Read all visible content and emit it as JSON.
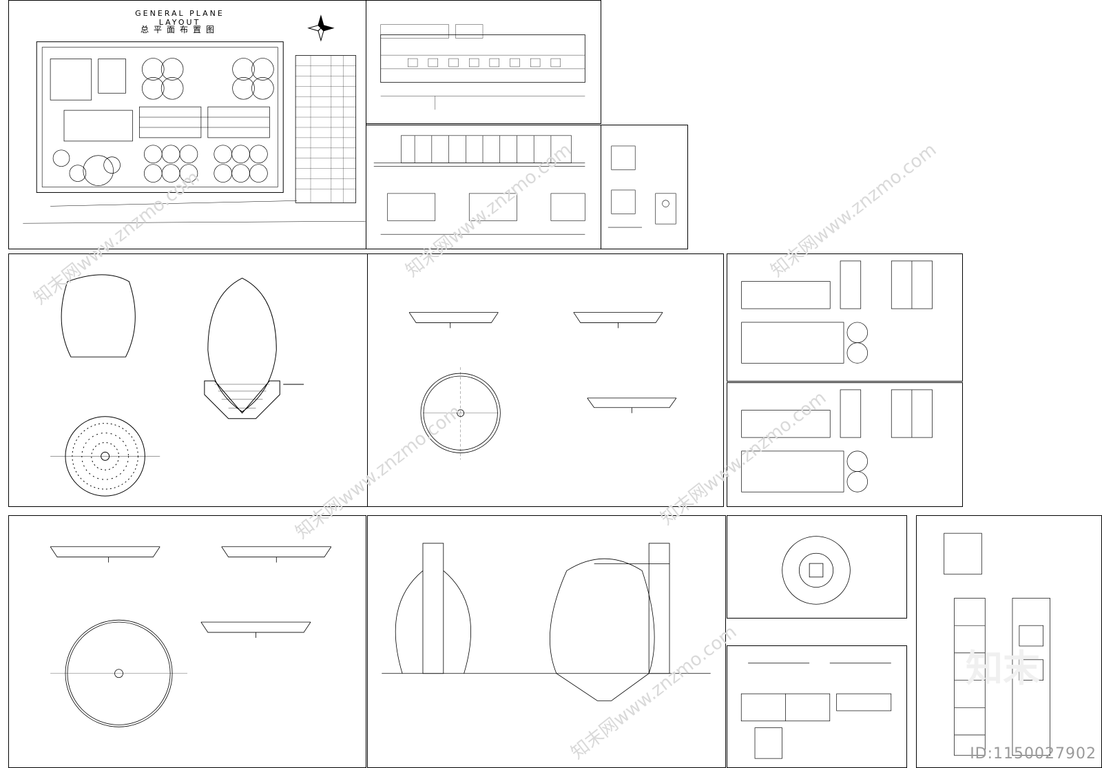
{
  "drawing": {
    "title_en": "GENERAL   PLANE   LAYOUT",
    "title_cn": "总平面布置图"
  },
  "watermark": {
    "text": "知末网www.znzmo.com",
    "brand": "知末",
    "id": "ID:1150027902"
  },
  "colors": {
    "line": "#000000",
    "paper": "#ffffff",
    "watermark": "#d9d9d9"
  }
}
